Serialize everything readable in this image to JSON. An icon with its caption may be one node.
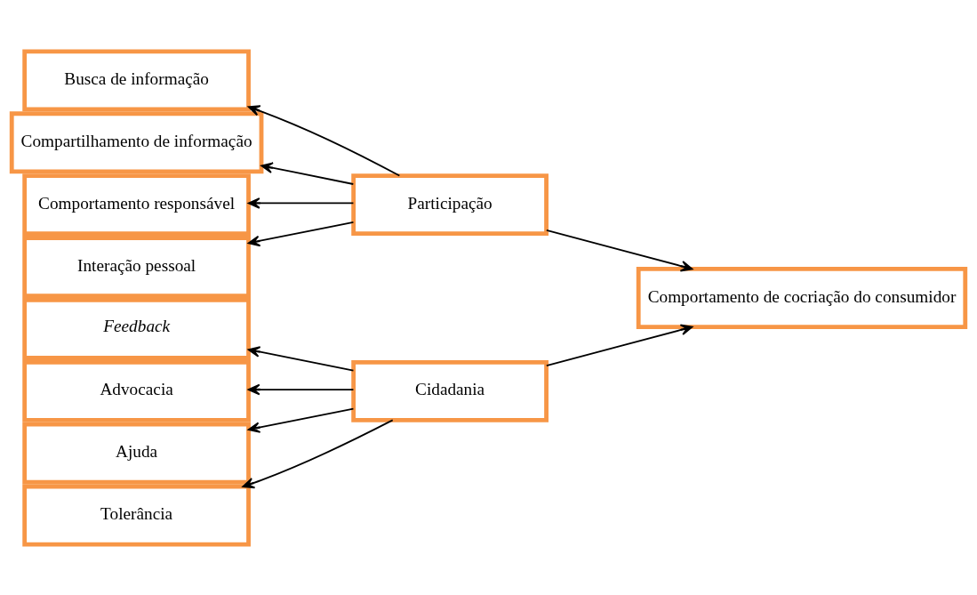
{
  "diagram": {
    "nodes": [
      {
        "text": [
          "Busca de informação"
        ]
      },
      {
        "text": [
          "Compartilhamento de informação"
        ]
      },
      {
        "text": [
          "Comportamento responsável"
        ]
      },
      {
        "text": [
          "Interação pessoal"
        ]
      },
      {
        "text": [
          "Participação"
        ]
      },
      {
        "text": [
          "Feedback"
        ]
      },
      {
        "text": [
          "Advocacia"
        ]
      },
      {
        "text": [
          "Ajuda"
        ]
      },
      {
        "text": [
          "Tolerância"
        ]
      },
      {
        "text": [
          "Cidadania"
        ]
      },
      {
        "text": [
          "Comportamento de cocriação do consumidor"
        ]
      }
    ],
    "edges": [
      {
        "from": 4,
        "to": 0,
        "arrow": "to"
      },
      {
        "from": 4,
        "to": 1,
        "arrow": "to"
      },
      {
        "from": 4,
        "to": 2,
        "arrow": "to"
      },
      {
        "from": 4,
        "to": 3,
        "arrow": "to"
      },
      {
        "from": 9,
        "to": 5,
        "arrow": "to"
      },
      {
        "from": 9,
        "to": 6,
        "arrow": "to"
      },
      {
        "from": 9,
        "to": 7,
        "arrow": "to"
      },
      {
        "from": 9,
        "to": 8,
        "arrow": "to"
      },
      {
        "from": 4,
        "to": 10,
        "arrow": "to"
      },
      {
        "from": 9,
        "to": 10,
        "arrow": "to"
      }
    ]
  }
}
